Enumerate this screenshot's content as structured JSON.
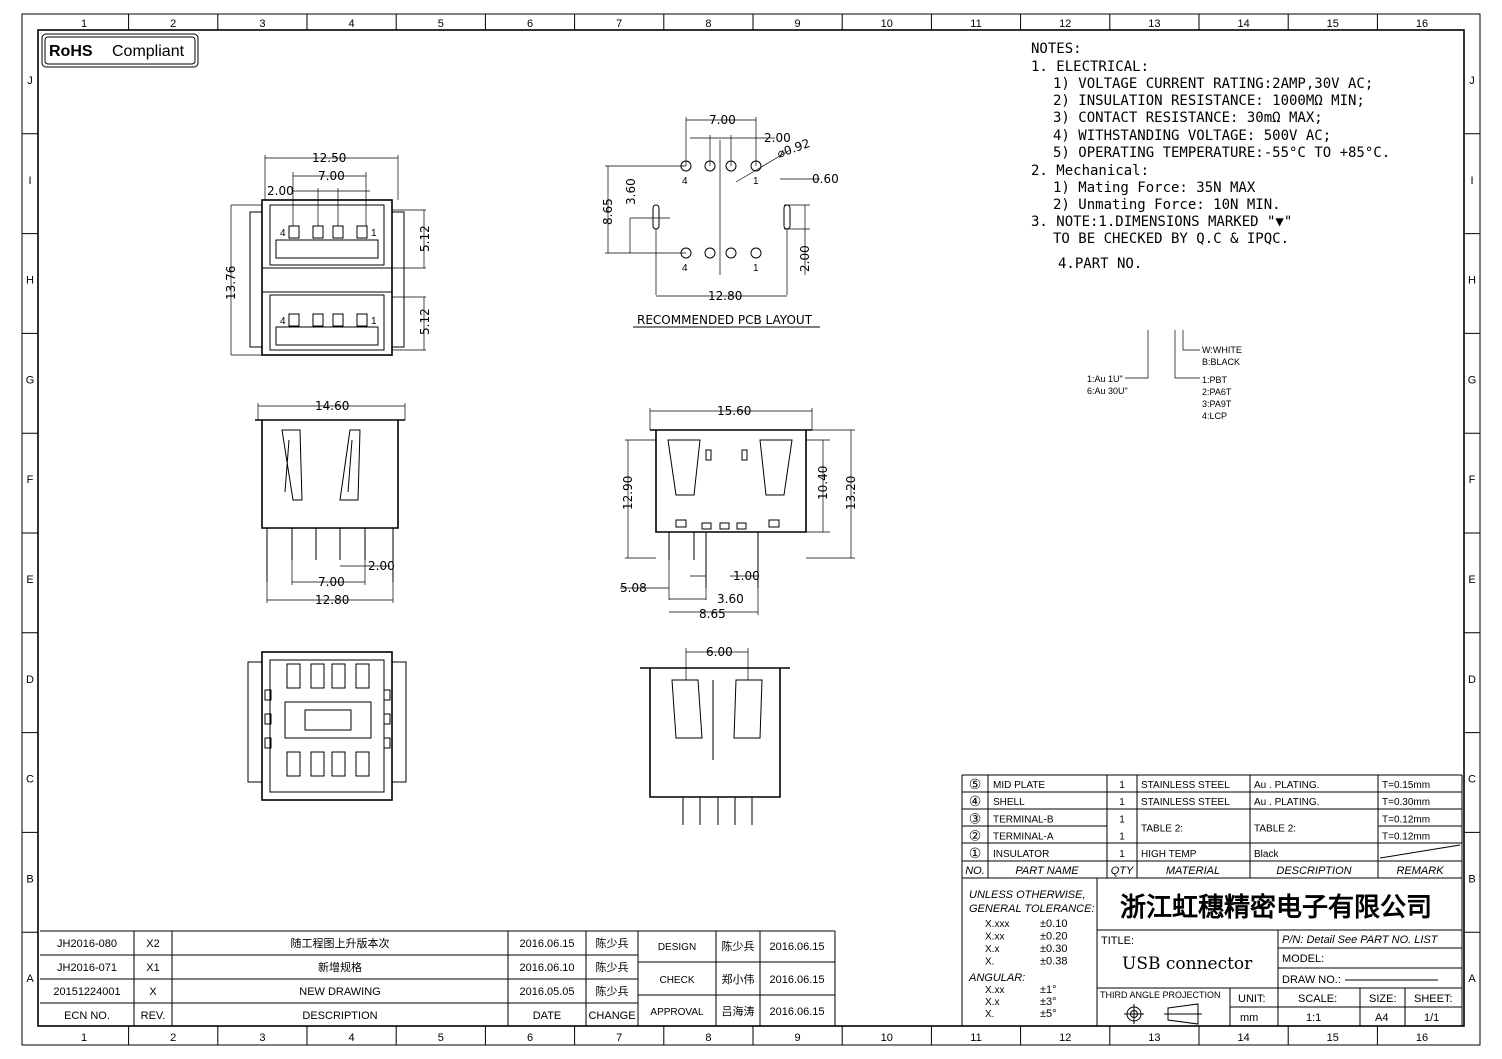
{
  "logo": {
    "rohs": "RoHS",
    "compliant": "Compliant"
  },
  "grid": {
    "columns": [
      "1",
      "2",
      "3",
      "4",
      "5",
      "6",
      "7",
      "8",
      "9",
      "10",
      "11",
      "12",
      "13",
      "14",
      "15",
      "16"
    ],
    "rows": [
      "J",
      "I",
      "H",
      "G",
      "F",
      "E",
      "D",
      "C",
      "B",
      "A"
    ]
  },
  "notes": {
    "title": "NOTES:",
    "lines": [
      "1. ELECTRICAL:",
      "1) VOLTAGE CURRENT RATING:2AMP,30V AC;",
      "2) INSULATION RESISTANCE: 1000MΩ MIN;",
      "3) CONTACT RESISTANCE: 30mΩ MAX;",
      "4) WITHSTANDING VOLTAGE: 500V AC;",
      "5) OPERATING TEMPERATURE:-55°C TO +85°C.",
      "2. Mechanical:",
      "1) Mating Force:  35N MAX",
      "2) Unmating Force:  10N MIN.",
      "3. NOTE:1.DIMENSIONS MARKED \"▼\"",
      "TO BE CHECKED BY Q.C & IPQC.",
      "4.PART NO."
    ]
  },
  "part_no_legend": {
    "plating": [
      "1:Au 1U\"",
      "6:Au 30U\""
    ],
    "material": [
      "1:PBT",
      "2:PA6T",
      "3:PA9T",
      "4:LCP"
    ],
    "color": [
      "W:WHITE",
      "B:BLACK"
    ]
  },
  "views": {
    "front": {
      "dims": [
        "12.50",
        "7.00",
        "2.00",
        "13.76",
        "5.12",
        "5.12"
      ],
      "pins": [
        "4",
        "1",
        "4",
        "1"
      ]
    },
    "pcb": {
      "dims": [
        "7.00",
        "2.00",
        "⌀0.92",
        "0.60",
        "8.65",
        "3.60",
        "2.00",
        "12.80"
      ],
      "pins": [
        "4",
        "1",
        "4",
        "1"
      ],
      "caption": "RECOMMENDED PCB LAYOUT"
    },
    "side": {
      "dims": [
        "14.60",
        "2.00",
        "7.00",
        "12.80"
      ]
    },
    "right": {
      "dims": [
        "15.60",
        "12.90",
        "10.40",
        "13.20",
        "1.00",
        "5.08",
        "3.60",
        "8.65"
      ]
    },
    "bottom": {
      "dims": [
        "6.00"
      ]
    }
  },
  "bom": {
    "headers": [
      "NO.",
      "PART NAME",
      "QTY",
      "MATERIAL",
      "DESCRIPTION",
      "REMARK"
    ],
    "rows": [
      {
        "no": "⑤",
        "name": "MID PLATE",
        "qty": "1",
        "material": "STAINLESS STEEL",
        "description": "Au . PLATING.",
        "remark": "T=0.15mm"
      },
      {
        "no": "④",
        "name": "SHELL",
        "qty": "1",
        "material": "STAINLESS STEEL",
        "description": "Au . PLATING.",
        "remark": "T=0.30mm"
      },
      {
        "no": "③",
        "name": "TERMINAL-B",
        "qty": "1",
        "material": "TABLE 2:",
        "description": "TABLE 2:",
        "remark": "T=0.12mm"
      },
      {
        "no": "②",
        "name": "TERMINAL-A",
        "qty": "1",
        "material": "",
        "description": "",
        "remark": "T=0.12mm"
      },
      {
        "no": "①",
        "name": "INSULATOR",
        "qty": "1",
        "material": "HIGH TEMP",
        "description": "Black",
        "remark": ""
      }
    ]
  },
  "tolerance": {
    "heading1": "UNLESS OTHERWISE,",
    "heading2": "GENERAL TOLERANCE:",
    "linear": [
      [
        "X.xxx",
        "±0.10"
      ],
      [
        "X.xx",
        "±0.20"
      ],
      [
        "X.x",
        "±0.30"
      ],
      [
        "X.",
        "±0.38"
      ]
    ],
    "angular_label": "ANGULAR:",
    "angular": [
      [
        "X.xx",
        "±1°"
      ],
      [
        "X.x",
        "±3°"
      ],
      [
        "X.",
        "±5°"
      ]
    ]
  },
  "title_block": {
    "company": "浙江虹穗精密电子有限公司",
    "title_label": "TITLE:",
    "title": "USB connector",
    "pn": "P/N: Detail See PART NO. LIST",
    "model": "MODEL:",
    "draw_no": "DRAW NO.:",
    "projection": "THIRD ANGLE PROJECTION",
    "unit_label": "UNIT:",
    "unit": "mm",
    "scale_label": "SCALE:",
    "scale": "1:1",
    "size_label": "SIZE:",
    "size": "A4",
    "sheet_label": "SHEET:",
    "sheet": "1/1"
  },
  "revisions": {
    "rows": [
      {
        "ecn": "JH2016-080",
        "rev": "X2",
        "description": "随工程图上升版本次",
        "date": "2016.06.15",
        "change": "陈少兵"
      },
      {
        "ecn": "JH2016-071",
        "rev": "X1",
        "description": "新增规格",
        "date": "2016.06.10",
        "change": "陈少兵"
      },
      {
        "ecn": "20151224001",
        "rev": "X",
        "description": "NEW DRAWING",
        "date": "2016.05.05",
        "change": "陈少兵"
      }
    ],
    "headers": [
      "ECN NO.",
      "REV.",
      "DESCRIPTION",
      "DATE",
      "CHANGE"
    ],
    "approvals": [
      {
        "role": "DESIGN",
        "name": "陈少兵",
        "date": "2016.06.15"
      },
      {
        "role": "CHECK",
        "name": "郑小伟",
        "date": "2016.06.15"
      },
      {
        "role": "APPROVAL",
        "name": "吕海涛",
        "date": "2016.06.15"
      }
    ]
  }
}
